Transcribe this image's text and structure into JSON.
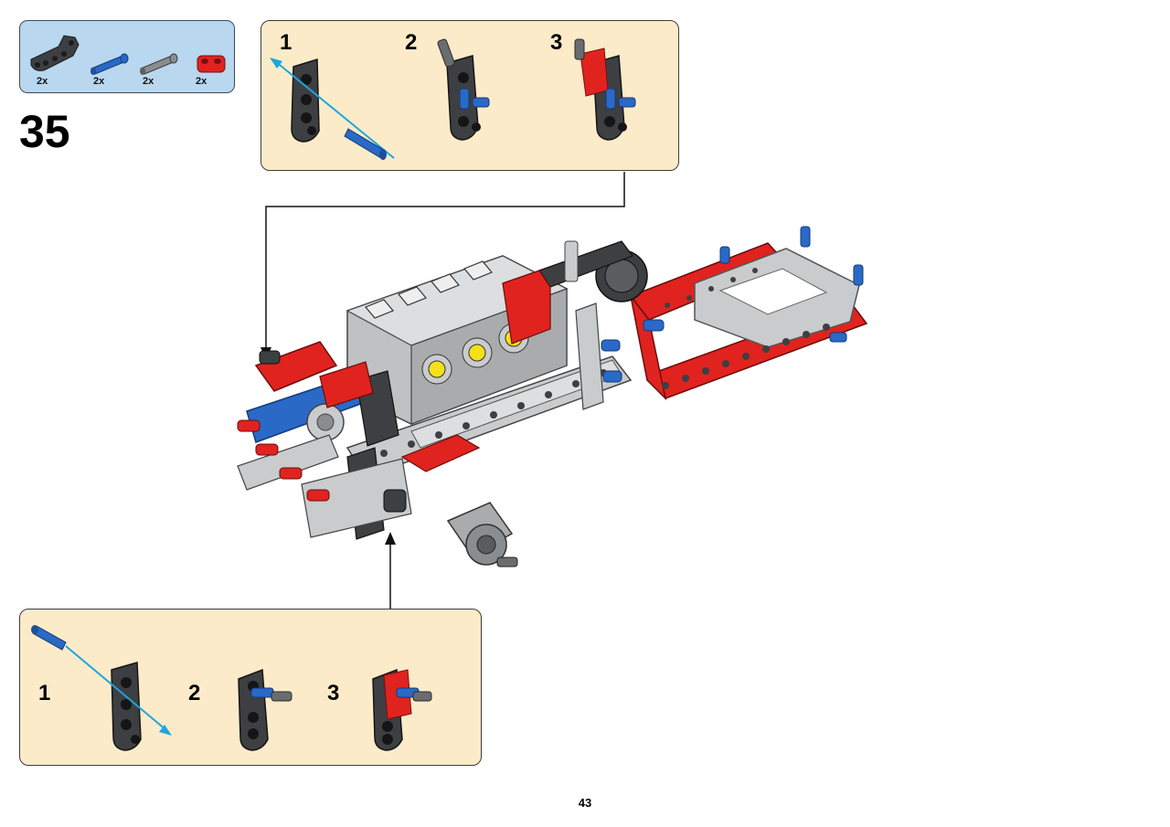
{
  "parts_list": {
    "items": [
      {
        "icon": "l-beam-dark-gray-icon",
        "qty": "2x"
      },
      {
        "icon": "blue-axle-pin-icon",
        "qty": "2x"
      },
      {
        "icon": "gray-axle-pin-icon",
        "qty": "2x"
      },
      {
        "icon": "red-connector-icon",
        "qty": "2x"
      }
    ]
  },
  "step": {
    "number": "35"
  },
  "sub_assembly_top": {
    "steps": [
      {
        "number": "1"
      },
      {
        "number": "2"
      },
      {
        "number": "3"
      }
    ]
  },
  "sub_assembly_bottom": {
    "steps": [
      {
        "number": "1"
      },
      {
        "number": "2"
      },
      {
        "number": "3"
      }
    ]
  },
  "page": {
    "number": "43"
  },
  "colors": {
    "parts_bg": "#b9d7ef",
    "sub_bg": "#fcebc8",
    "red": "#e0231f",
    "blue": "#2a69c6",
    "dark_gray": "#3d3f42",
    "light_gray": "#c9cbcc",
    "arrow_blue": "#1aa7de"
  }
}
